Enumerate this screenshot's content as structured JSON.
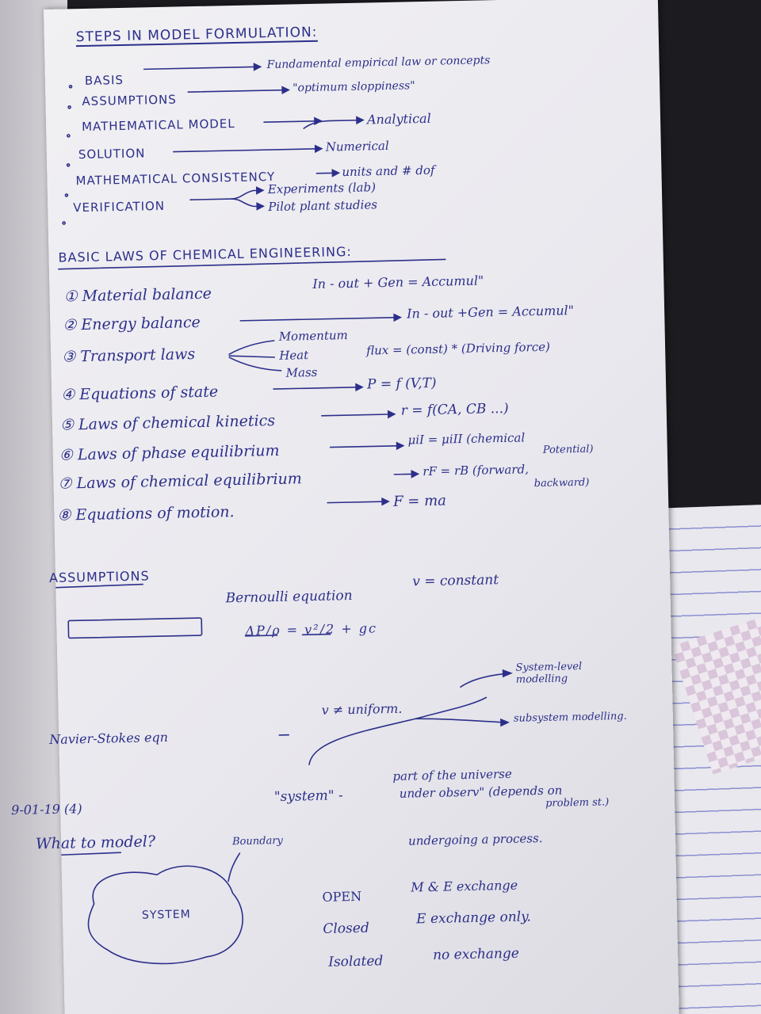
{
  "page_title": "STEPS IN MODEL FORMULATION:",
  "steps": [
    {
      "label": "BASIS",
      "note": "Fundamental empirical law or concepts"
    },
    {
      "label": "ASSUMPTIONS",
      "note": "\"optimum sloppiness\""
    },
    {
      "label": "MATHEMATICAL MODEL",
      "note": ""
    },
    {
      "label": "SOLUTION",
      "note": ""
    },
    {
      "label": "MATHEMATICAL CONSISTENCY",
      "note": "units and # dof"
    },
    {
      "label": "VERIFICATION",
      "note": ""
    }
  ],
  "model_types": [
    "Analytical",
    "Numerical"
  ],
  "verification_methods": [
    "Experiments (lab)",
    "Pilot plant studies"
  ],
  "laws_title": "BASIC LAWS OF CHEMICAL ENGINEERING:",
  "laws": [
    {
      "name": "① Material balance",
      "rel": "In - out + Gen = Accumul\""
    },
    {
      "name": "② Energy balance",
      "rel": "In - out +Gen = Accumul\""
    },
    {
      "name": "③ Transport laws",
      "rel": "flux = (const) * (Driving force)"
    },
    {
      "name": "④ Equations of state",
      "rel": "P = f (V,T)"
    },
    {
      "name": "⑤ Laws of chemical kinetics",
      "rel": "r = f(CA, CB ...)"
    },
    {
      "name": "⑥ Laws of phase equilibrium",
      "rel": "μiI = μiII (chemical"
    },
    {
      "name": "⑦ Laws of chemical equilibrium",
      "rel": "rF = rB (forward,"
    },
    {
      "name": "⑧ Equations of motion.",
      "rel": "F = ma"
    }
  ],
  "transport_modes": [
    "Momentum",
    "Heat",
    "Mass"
  ],
  "law_extra": [
    "Potential)",
    "backward)"
  ],
  "assumptions": {
    "title": "ASSUMPTIONS",
    "bernoulli": "Bernoulli equation",
    "v_const": "v = constant",
    "bernoulli_eq": "ΔP/ρ = v²/2 + gc",
    "navier": "Navier-Stokes eqn",
    "v_uniform": "v ≠ uniform.",
    "system_level": "System-level modelling",
    "subsystem": "subsystem modelling."
  },
  "section2": {
    "date": "9-01-19 (4)",
    "heading": "What to model?",
    "system_term": "\"system\" -",
    "system_def": [
      "part of the universe",
      "under observ\" (depends on",
      "problem st.)",
      "undergoing a process."
    ],
    "boundary": "Boundary",
    "blob_label": "SYSTEM",
    "types": [
      {
        "name": "OPEN",
        "desc": "M & E exchange"
      },
      {
        "name": "Closed",
        "desc": "E exchange only."
      },
      {
        "name": "Isolated",
        "desc": "no exchange"
      }
    ]
  }
}
